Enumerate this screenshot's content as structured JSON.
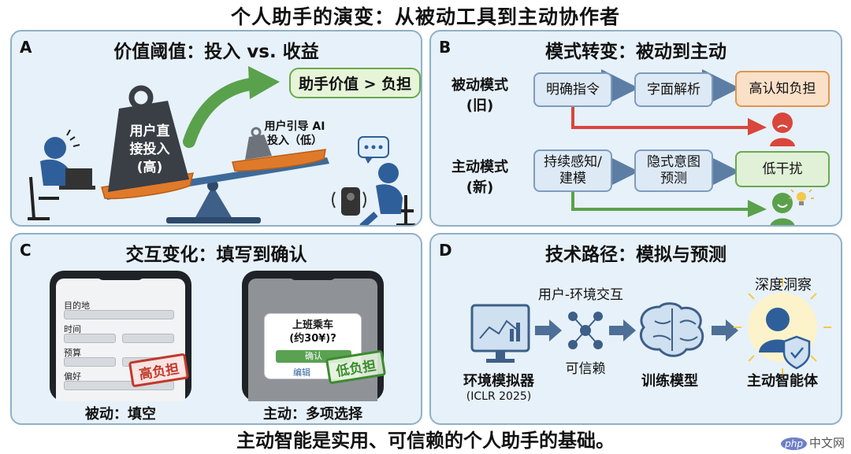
{
  "title": "个人助手的演变：从被动工具到主动协作者",
  "footer": "主动智能是实用、可信赖的个人助手的基础。",
  "watermark": {
    "badge": "php",
    "text": "中文网"
  },
  "panel_a": {
    "letter": "A",
    "title": "价值阈值：投入 vs. 收益",
    "callout": "助手价值 > 负担",
    "heavy_weight": [
      "用户直",
      "接投入",
      "(高)"
    ],
    "light_weight": [
      "用户引导 AI",
      "投入（低）"
    ]
  },
  "panel_b": {
    "letter": "B",
    "title": "模式转变：被动到主动",
    "passive": {
      "label": [
        "被动模式",
        "(旧)"
      ],
      "steps": [
        "明确指令",
        "字面解析",
        "高认知负担"
      ]
    },
    "proactive": {
      "label": [
        "主动模式",
        "(新)"
      ],
      "steps": [
        [
          "持续感知/",
          "建模"
        ],
        [
          "隐式意图",
          "预测"
        ],
        [
          "低干扰"
        ]
      ]
    }
  },
  "panel_c": {
    "letter": "C",
    "title": "交互变化：填写到确认",
    "form_fields": [
      "目的地",
      "时间",
      "预算",
      "偏好"
    ],
    "stamp_high": "高负担",
    "dialog_title": [
      "上班乘车",
      "(约30¥)?"
    ],
    "confirm_label": "确认",
    "edit_label": "编辑",
    "stamp_low": "低负担",
    "caption_passive": "被动：填空",
    "caption_proactive": "主动：多项选择"
  },
  "panel_d": {
    "letter": "D",
    "title": "技术路径：模拟与预测",
    "interaction_label": "用户-环境交互",
    "simulator_label": "环境模拟器",
    "simulator_sub": "(ICLR 2025)",
    "trusted_label": "可信赖",
    "train_label": "训练模型",
    "insight_label": "深度洞察",
    "agent_label": "主动智能体"
  },
  "colors": {
    "panel_bg": "#e7f1f9",
    "panel_border": "#8fb0c8",
    "green": "#6aa84f",
    "red": "#d9463c",
    "orange": "#e3954b",
    "box_blue": "#dde9f5"
  }
}
